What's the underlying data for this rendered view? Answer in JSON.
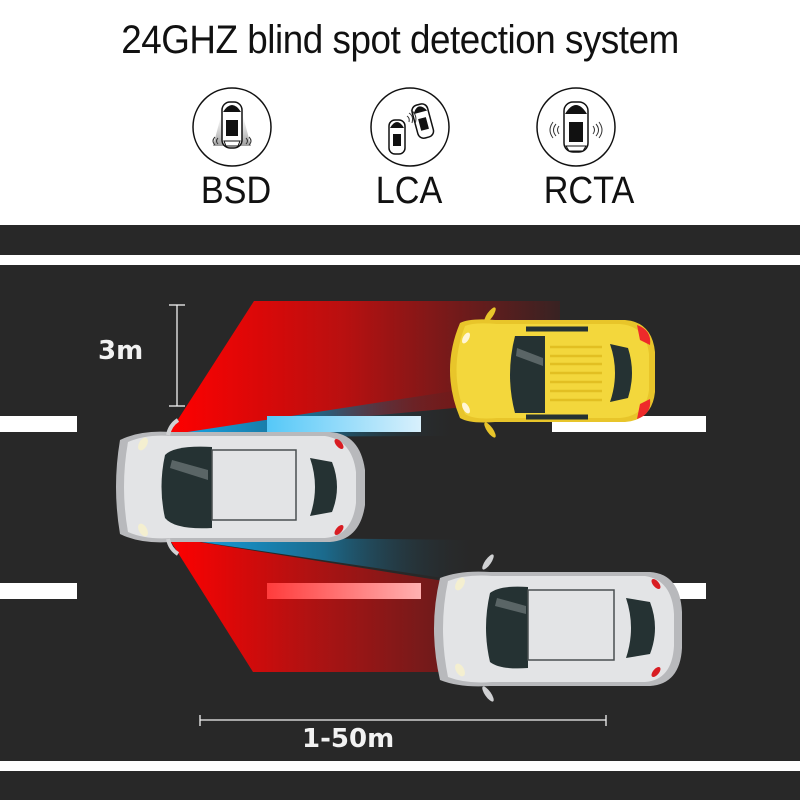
{
  "title": "24GHZ blind spot detection system",
  "features": [
    {
      "label": "BSD",
      "icon": "blind-spot-detection-icon"
    },
    {
      "label": "LCA",
      "icon": "lane-change-assist-icon"
    },
    {
      "label": "RCTA",
      "icon": "rear-cross-traffic-alert-icon"
    }
  ],
  "diagram": {
    "width_label": "3m",
    "range_label": "1-50m",
    "colors": {
      "road": "#282828",
      "lane_marking": "#ffffff",
      "detection_zone_red": "#e00000",
      "detection_beam_blue": "#1aa3e0",
      "yellow_car": "#f2d333",
      "white_car": "#e3e4e6",
      "tail_light": "#e31e24"
    },
    "vehicles": [
      {
        "name": "host-car",
        "color": "white"
      },
      {
        "name": "adjacent-lane-car-upper",
        "color": "yellow"
      },
      {
        "name": "adjacent-lane-car-lower",
        "color": "white"
      }
    ]
  }
}
